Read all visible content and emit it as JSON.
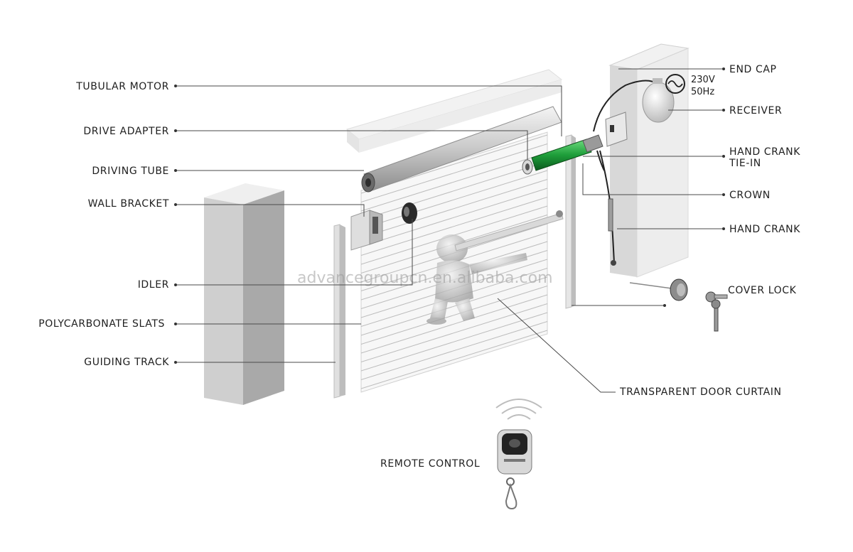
{
  "labels": {
    "tubular_motor": "TUBULAR MOTOR",
    "drive_adapter": "DRIVE ADAPTER",
    "driving_tube": "DRIVING TUBE",
    "wall_bracket": "WALL BRACKET",
    "idler": "IDLER",
    "polycarbonate_slats": "POLYCARBONATE SLATS",
    "guiding_track": "GUIDING TRACK",
    "end_cap": "END CAP",
    "receiver": "RECEIVER",
    "hand_crank_tie_in_1": "HAND CRANK",
    "hand_crank_tie_in_2": "TIE-IN",
    "crown": "CROWN",
    "hand_crank": "HAND CRANK",
    "cover_lock": "COVER LOCK",
    "transparent_door_curtain": "TRANSPARENT DOOR CURTAIN",
    "remote_control": "REMOTE CONTROL"
  },
  "power": {
    "voltage": "230V",
    "frequency": "50Hz"
  },
  "watermark": "advancegroupcn.en.alibaba.com",
  "colors": {
    "motor_green": "#1e9e3a",
    "panel_grey": "#c8c8c8",
    "leader_line": "#4a4a4a"
  }
}
